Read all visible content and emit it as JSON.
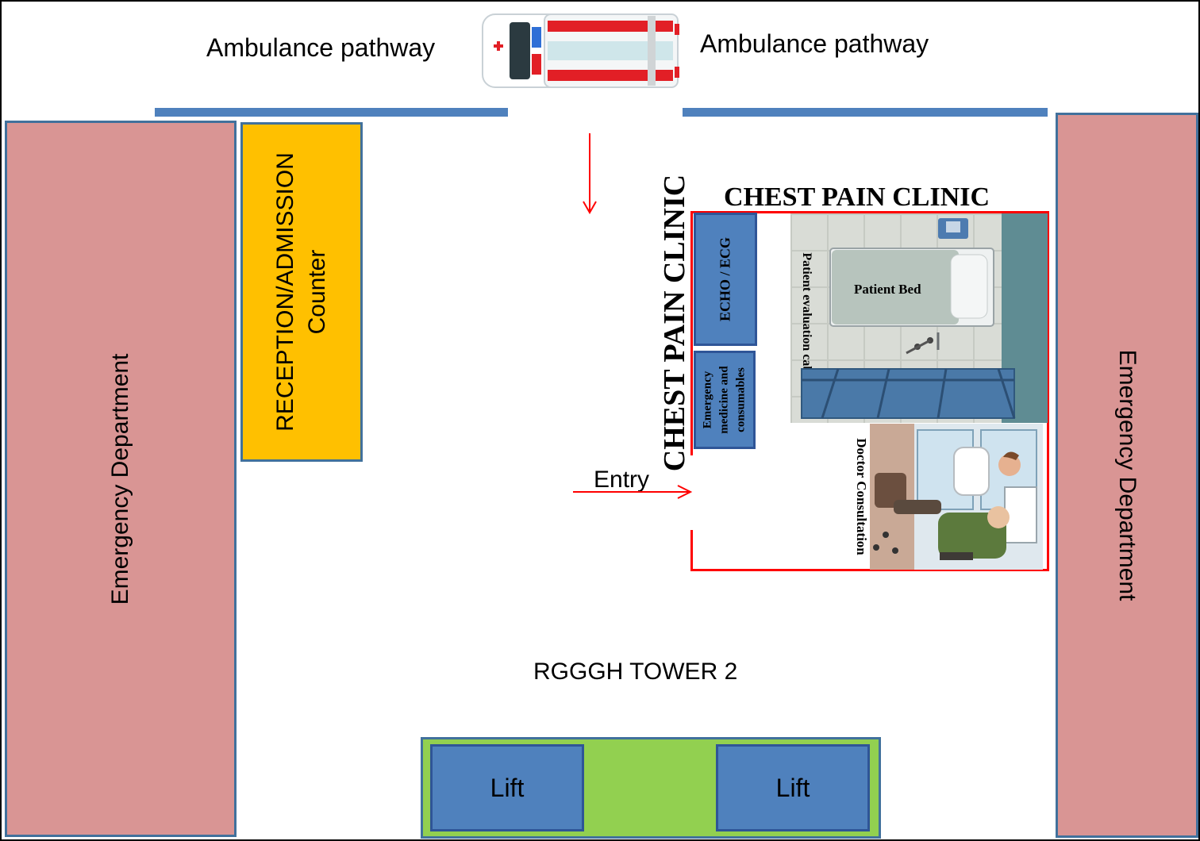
{
  "ambulance_pathway": {
    "left_label": "Ambulance pathway",
    "right_label": "Ambulance pathway",
    "ambulance_icon": "ambulance-icon"
  },
  "emergency_left": {
    "label": "Emergency Department"
  },
  "emergency_right": {
    "label": "Emergency Department"
  },
  "reception": {
    "label_line1": "RECEPTION/ADMISSION",
    "label_line2": "Counter"
  },
  "clinic": {
    "title_horizontal": "CHEST PAIN CLINIC",
    "title_vertical": "CHEST PAIN CLINIC",
    "echo_ecg": "ECHO / ECG",
    "medicine_line1": "Emergency",
    "medicine_line2": "medicine and",
    "medicine_line3": "consumables",
    "evaluation_cabin": "Patient evaluation cabin",
    "patient_bed": "Patient Bed",
    "doctor_consultation": "Doctor Consultation"
  },
  "entry": {
    "label": "Entry"
  },
  "tower": {
    "label": "RGGGH TOWER 2"
  },
  "lifts": [
    {
      "label": "Lift"
    },
    {
      "label": "Lift"
    }
  ],
  "colors": {
    "emergency": "#d99594",
    "reception": "#ffc000",
    "wall": "#4f81bd",
    "clinic_border": "#ff0000",
    "lift_area": "#92d050",
    "lift": "#4f81bd"
  }
}
